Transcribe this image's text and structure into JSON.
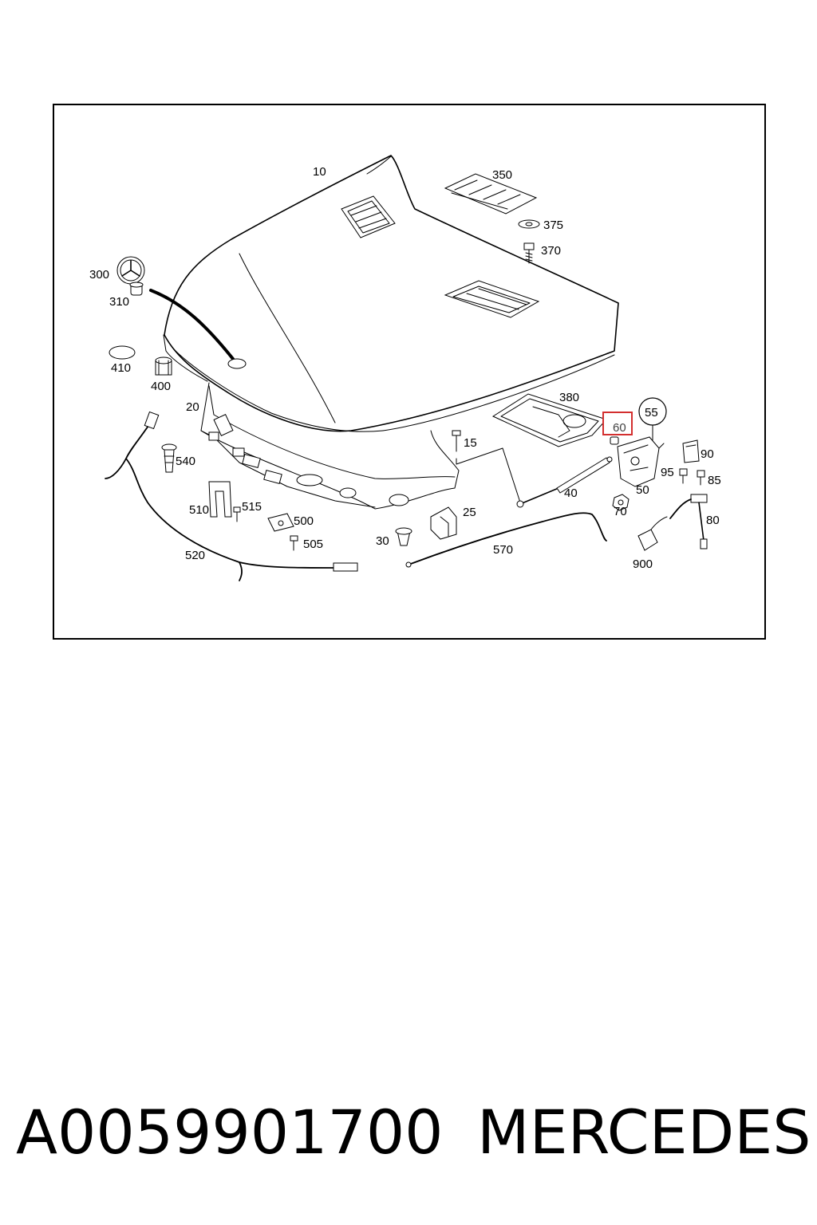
{
  "diagram": {
    "callouts": [
      "10",
      "350",
      "375",
      "370",
      "300",
      "310",
      "410",
      "400",
      "20",
      "540",
      "510",
      "515",
      "500",
      "505",
      "520",
      "30",
      "25",
      "570",
      "15",
      "380",
      "40",
      "60",
      "55",
      "50",
      "70",
      "90",
      "95",
      "85",
      "80",
      "900"
    ],
    "highlighted_callout": "60",
    "circled_callout": "55"
  },
  "footer": {
    "part_number": "A0059901700",
    "brand": "MERCEDES"
  },
  "colors": {
    "highlight": "#d32f2f",
    "line": "#000000",
    "background": "#ffffff"
  }
}
